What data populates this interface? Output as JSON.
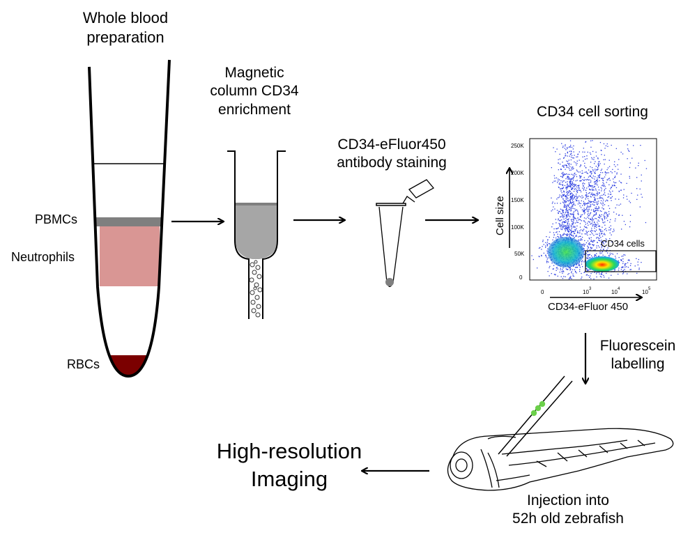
{
  "steps": {
    "whole_blood": {
      "line1": "Whole blood",
      "line2": "preparation"
    },
    "magnetic": {
      "line1": "Magnetic",
      "line2": "column CD34",
      "line3": "enrichment"
    },
    "staining": {
      "line1": "CD34-eFluor450",
      "line2": "antibody staining"
    },
    "sorting": {
      "title": "CD34 cell sorting"
    },
    "labelling": {
      "line1": "Fluorescein",
      "line2": "labelling"
    },
    "injection": {
      "line1": "Injection into",
      "line2": "52h old zebrafish"
    },
    "imaging": {
      "line1": "High-resolution",
      "line2": "Imaging"
    }
  },
  "tube_layers": {
    "pbmcs": "PBMCs",
    "neutrophils": "Neutrophils",
    "rbcs": "RBCs"
  },
  "flow_plot": {
    "ylabel": "Cell size",
    "xlabel": "CD34-eFluor 450",
    "gate_label": "CD34 cells",
    "y_ticks": [
      "250K",
      "200K",
      "150K",
      "100K",
      "50K",
      "0"
    ],
    "x_ticks": [
      "0",
      "10",
      "10",
      "10"
    ],
    "x_tick_exponents": [
      "",
      "3",
      "4",
      "5"
    ]
  },
  "colors": {
    "pbmc_layer": "#7f7f7f",
    "neutrophil_layer": "#d99694",
    "rbc_layer": "#7b0000",
    "column_resin": "#a6a6a6",
    "pellet": "#7f7f7f",
    "cell_green": "#6bd04a"
  }
}
